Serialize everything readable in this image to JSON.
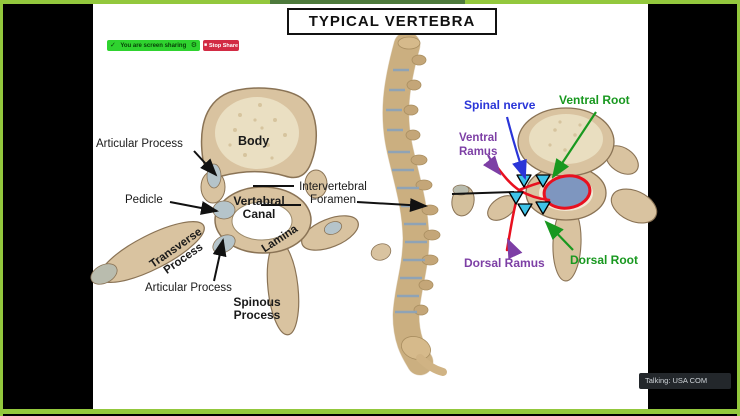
{
  "frame": {
    "border_color": "#93c83d",
    "accent_color": "#4d7a3c",
    "background_color": "#000000"
  },
  "slide": {
    "title": "TYPICAL VERTEBRA",
    "background_color": "#ffffff"
  },
  "share_toolbar": {
    "status_label": "You are screen sharing",
    "status_color": "#2fd32f",
    "check_icon": "✓",
    "gear_icon": "⚙",
    "stop_button_label": "Stop Share",
    "stop_button_color": "#d22b44",
    "stop_icon": "■"
  },
  "talking_indicator": {
    "label": "Talking: USA COM"
  },
  "superior_view": {
    "labels": {
      "articular_process_top": "Articular Process",
      "body": "Body",
      "pedicle": "Pedicle",
      "vertebral_canal_line1": "Vertabral",
      "vertebral_canal_line2": "Canal",
      "intervertebral_foramen_line1": "Intervertebral",
      "intervertebral_foramen_line2": "Foramen",
      "transverse_process_line1": "Transverse",
      "transverse_process_line2": "Process",
      "lamina": "Lamina",
      "articular_process_bottom": "Articular Process",
      "spinous_process_line1": "Spinous",
      "spinous_process_line2": "Process"
    }
  },
  "nerve_view": {
    "labels": {
      "spinal_nerve": "Spinal nerve",
      "ventral_root": "Ventral Root",
      "ventral_ramus_line1": "Ventral",
      "ventral_ramus_line2": "Ramus",
      "dorsal_ramus": "Dorsal Ramus",
      "dorsal_root": "Dorsal Root"
    },
    "colors": {
      "spinal_nerve": "#2a35d8",
      "roots": "#18981f",
      "rami": "#7d3fa5",
      "nerve_lines": "#e8101f",
      "spinal_cord_fill": "#7e96bf",
      "marker_triangles": "#3fc3e8"
    }
  },
  "bone_color": "#d9c3a0"
}
